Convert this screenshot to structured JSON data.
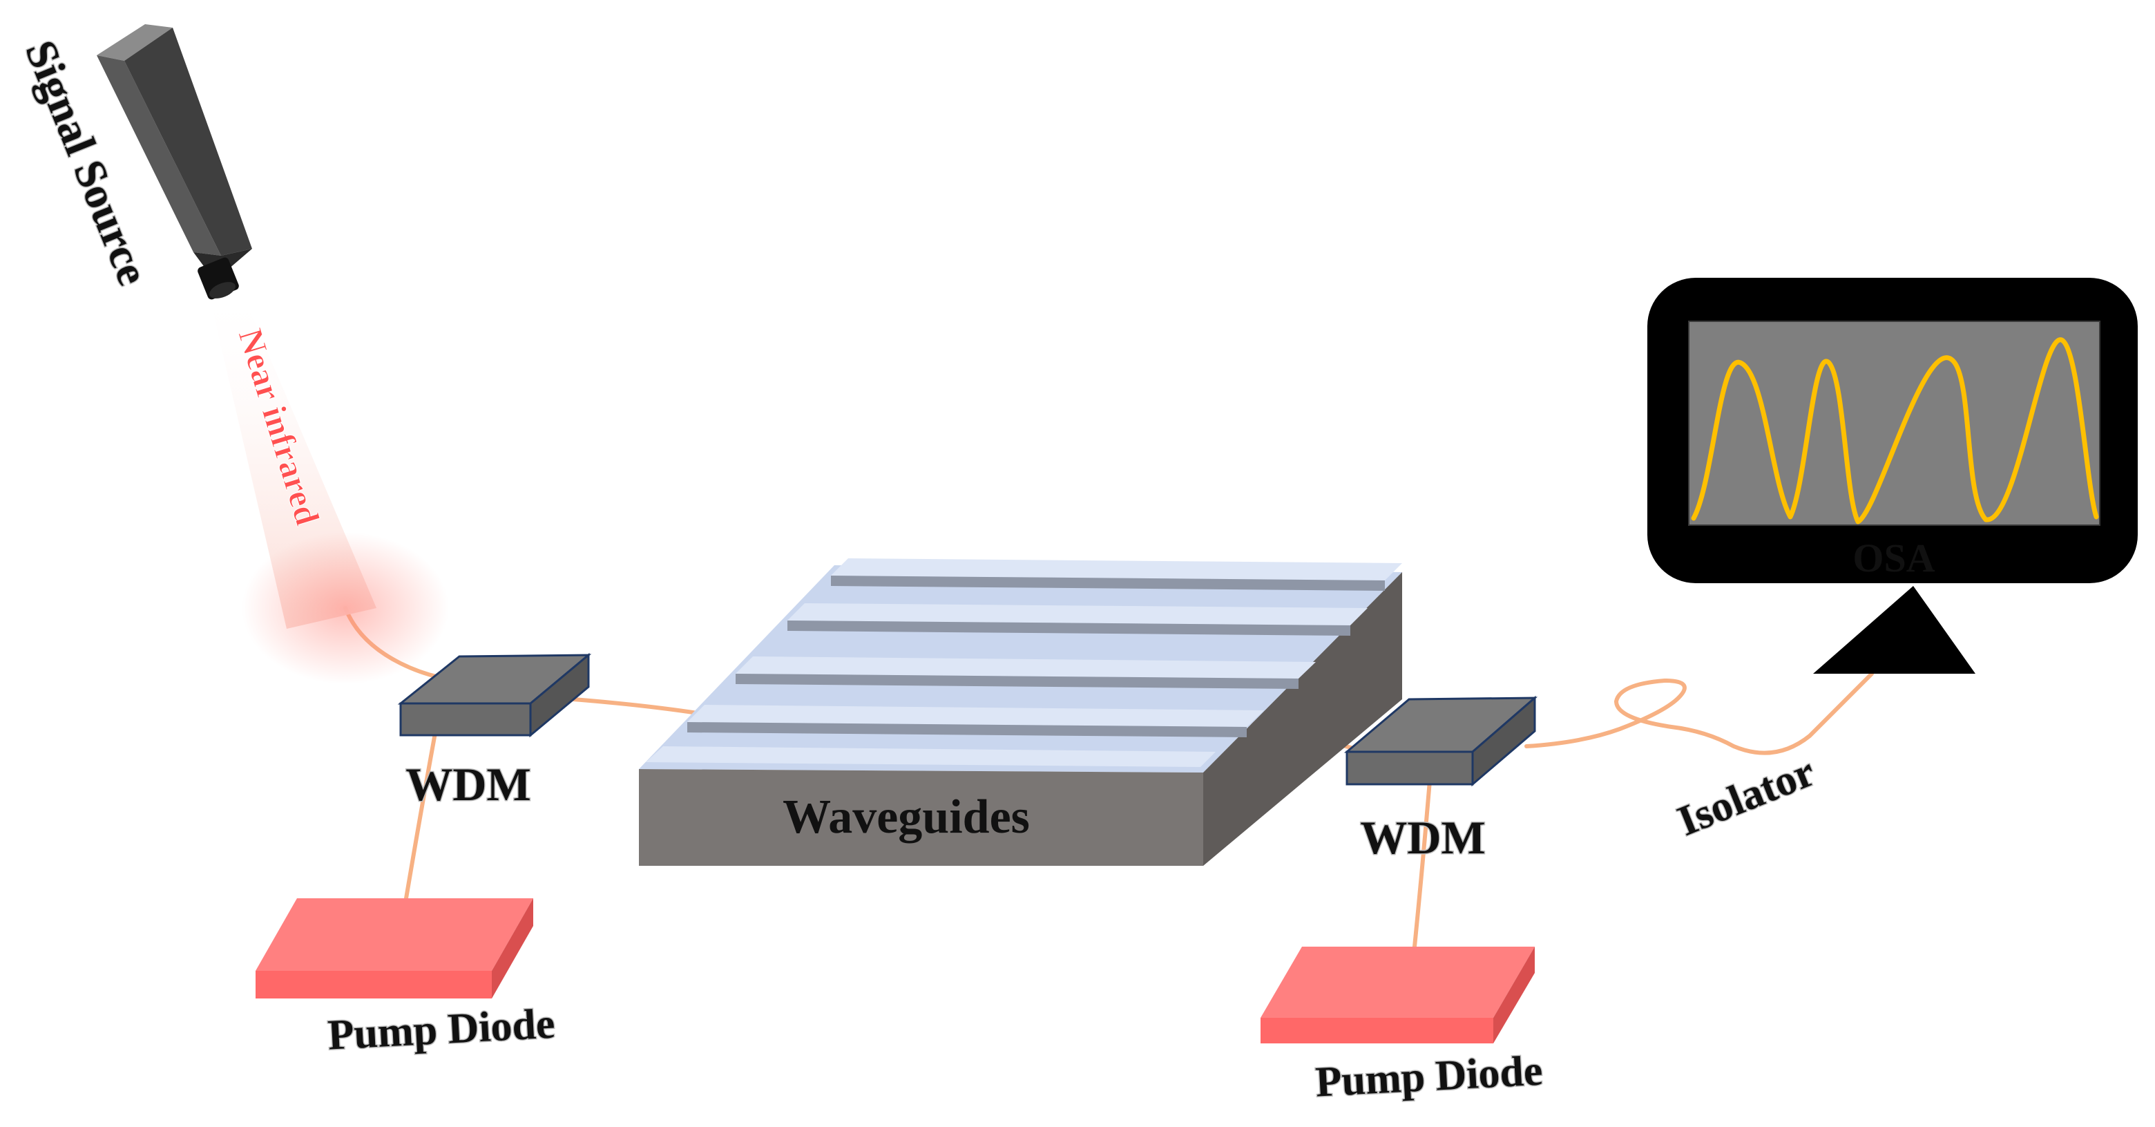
{
  "labels": {
    "signal_source": "Signal Source",
    "near_infrared": "Near infrared",
    "wdm_left": "WDM",
    "wdm_right": "WDM",
    "waveguides": "Waveguides",
    "pump_diode_left": "Pump Diode",
    "pump_diode_right": "Pump Diode",
    "isolator": "Isolator",
    "osa": "OSA"
  },
  "colors": {
    "fiber": "#f7b183",
    "pump_top": "#ff8080",
    "pump_side": "#d94f4f",
    "wdm_top": "#7a7a7a",
    "wdm_edge": "#1f3864",
    "waveguide_top": "#c9d6ee",
    "waveguide_side": "#6e6a68",
    "osa_frame": "#000000",
    "osa_screen": "#7f7f7f",
    "osa_trace": "#ffc000",
    "near_infrared_text": "#ff5050",
    "source_body": "#595959"
  },
  "icons": {
    "signal_source": "laser-source-icon",
    "osa": "spectrum-analyzer-icon",
    "isolator": "fiber-loop-icon"
  }
}
